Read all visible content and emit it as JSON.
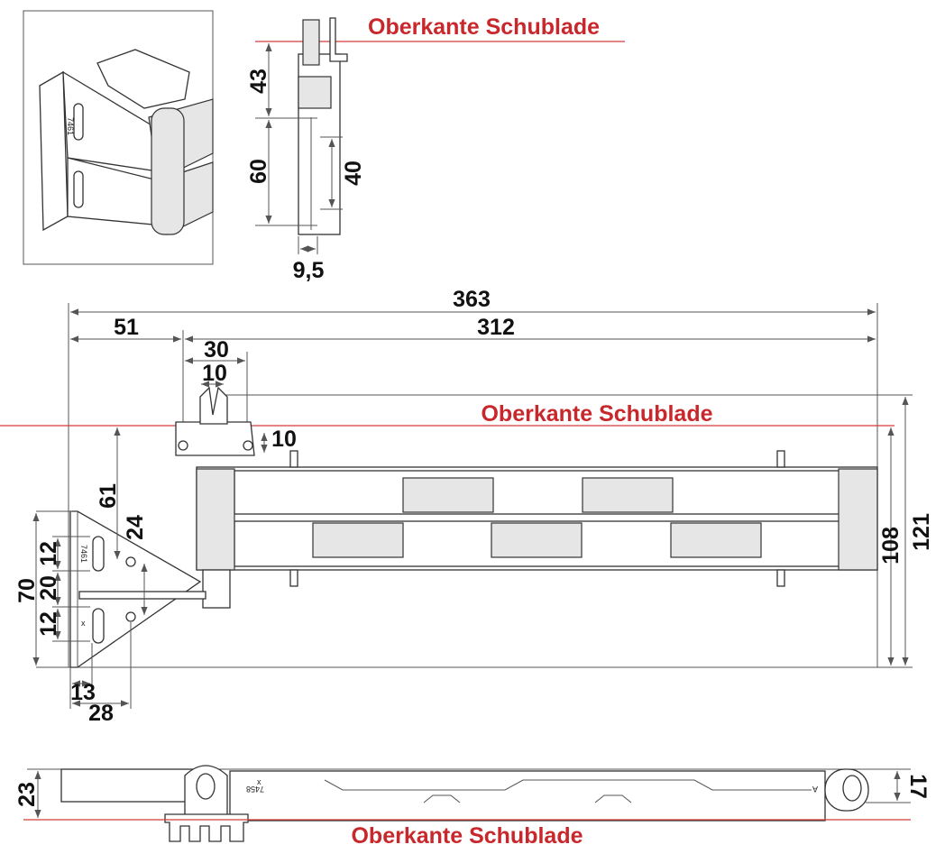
{
  "labels": {
    "drawer_top_edge_1": "Oberkante Schublade",
    "drawer_top_edge_2": "Oberkante Schublade",
    "drawer_top_edge_3": "Oberkante Schublade"
  },
  "side_view": {
    "dim_43": "43",
    "dim_60": "60",
    "dim_40": "40",
    "dim_9_5": "9,5"
  },
  "top_view": {
    "dim_363": "363",
    "dim_51": "51",
    "dim_312": "312",
    "dim_30": "30",
    "dim_10_top": "10",
    "dim_10_right": "10",
    "dim_61": "61",
    "dim_24": "24",
    "dim_70": "70",
    "dim_12_top": "12",
    "dim_20": "20",
    "dim_12_bottom": "12",
    "dim_13": "13",
    "dim_28": "28",
    "dim_108": "108",
    "dim_121": "121",
    "bracket_part_no": "7461",
    "bracket_mark": "x"
  },
  "front_view": {
    "dim_23": "23",
    "dim_17": "17",
    "part_no": "7458",
    "mark_x": "x",
    "mark_a": "A"
  },
  "colors": {
    "accent_red": "#c8282c"
  }
}
